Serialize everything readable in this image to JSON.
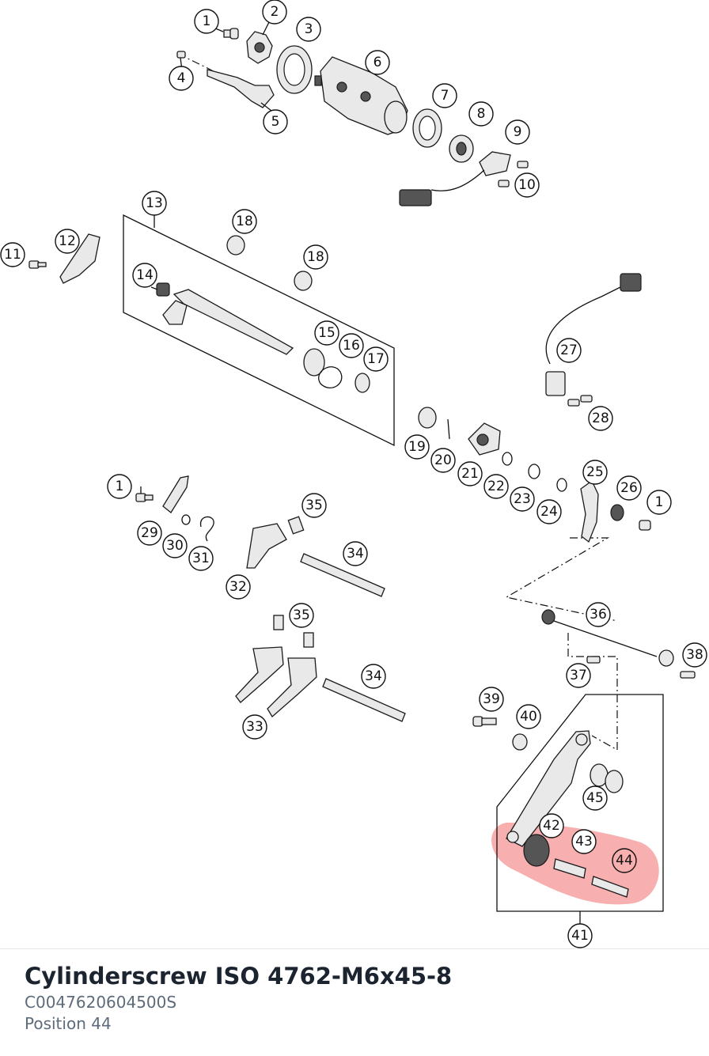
{
  "callouts": {
    "c1a": "1",
    "c2": "2",
    "c3": "3",
    "c4": "4",
    "c5": "5",
    "c6": "6",
    "c7": "7",
    "c8": "8",
    "c9": "9",
    "c10": "10",
    "c11": "11",
    "c12": "12",
    "c13": "13",
    "c14": "14",
    "c15": "15",
    "c16": "16",
    "c17": "17",
    "c18a": "18",
    "c18b": "18",
    "c19": "19",
    "c20": "20",
    "c21": "21",
    "c22": "22",
    "c23": "23",
    "c24": "24",
    "c25": "25",
    "c26": "26",
    "c1b": "1",
    "c27": "27",
    "c28": "28",
    "c1c": "1",
    "c29": "29",
    "c30": "30",
    "c31": "31",
    "c32": "32",
    "c35a": "35",
    "c34a": "34",
    "c35b": "35",
    "c34b": "34",
    "c33": "33",
    "c36": "36",
    "c37": "37",
    "c38": "38",
    "c39": "39",
    "c40": "40",
    "c41": "41",
    "c42": "42",
    "c43": "43",
    "c44": "44",
    "c45": "45"
  },
  "highlight": {
    "color": "#f06e6e",
    "position": "44"
  },
  "part": {
    "title": "Cylinderscrew ISO 4762-M6x45-8",
    "number": "C0047620604500S",
    "position_label": "Position 44"
  }
}
